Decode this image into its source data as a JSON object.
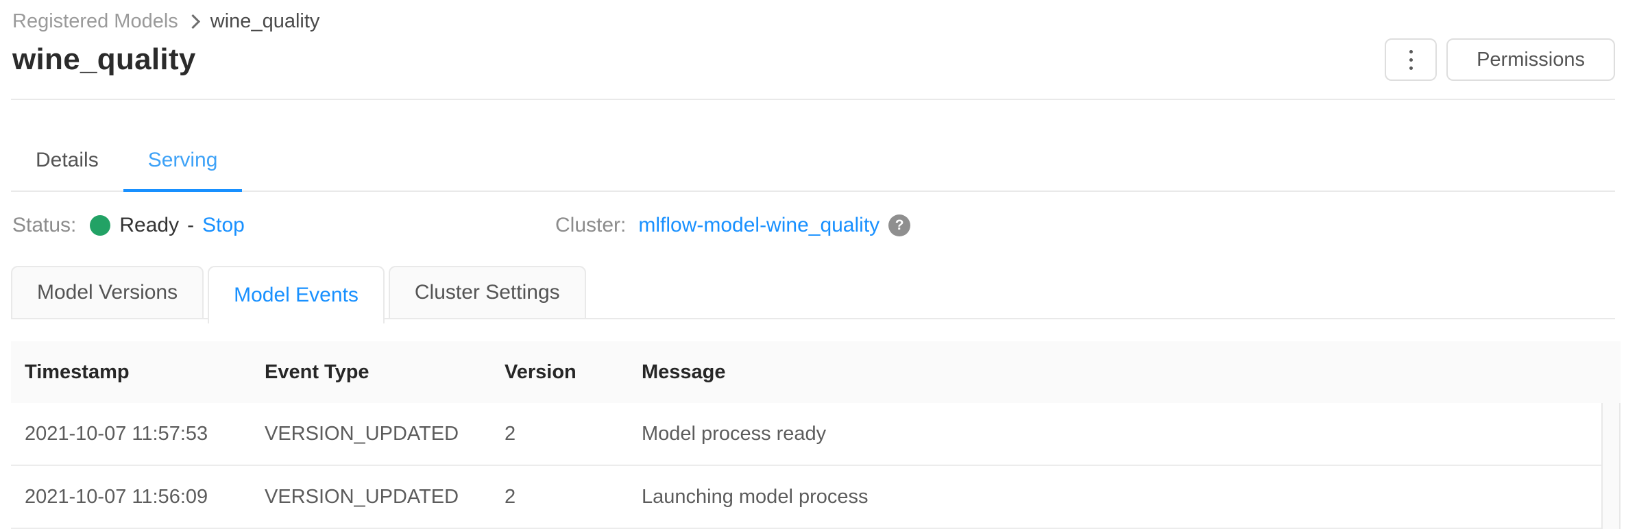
{
  "breadcrumb": {
    "items": [
      {
        "label": "Registered Models"
      },
      {
        "label": "wine_quality"
      }
    ]
  },
  "page": {
    "title": "wine_quality"
  },
  "toolbar": {
    "permissions_label": "Permissions"
  },
  "main_tabs": {
    "details_label": "Details",
    "serving_label": "Serving",
    "active": "Serving"
  },
  "status_bar": {
    "status_label": "Status:",
    "status_value": "Ready",
    "separator": "-",
    "stop_action_label": "Stop",
    "cluster_label": "Cluster:",
    "cluster_link": "mlflow-model-wine_quality"
  },
  "event_tabs": {
    "model_versions_label": "Model Versions",
    "model_events_label": "Model Events",
    "cluster_settings_label": "Cluster Settings",
    "active": "Model Events"
  },
  "events_table": {
    "columns": [
      "Timestamp",
      "Event Type",
      "Version",
      "Message"
    ],
    "rows": [
      [
        "2021-10-07 11:57:53",
        "VERSION_UPDATED",
        "2",
        "Model process ready"
      ],
      [
        "2021-10-07 11:56:09",
        "VERSION_UPDATED",
        "2",
        "Launching model process"
      ]
    ]
  },
  "icons": {
    "breadcrumb_separator": "chevron-right",
    "kebab": "vertical-ellipsis",
    "help_glyph": "?"
  },
  "colors": {
    "link_blue": "#1890ff",
    "active_tab_blue": "#3ea2f7",
    "ready_green": "#22a265",
    "table_header_bg": "#fafafa",
    "border_gray": "#e9e9e9"
  }
}
